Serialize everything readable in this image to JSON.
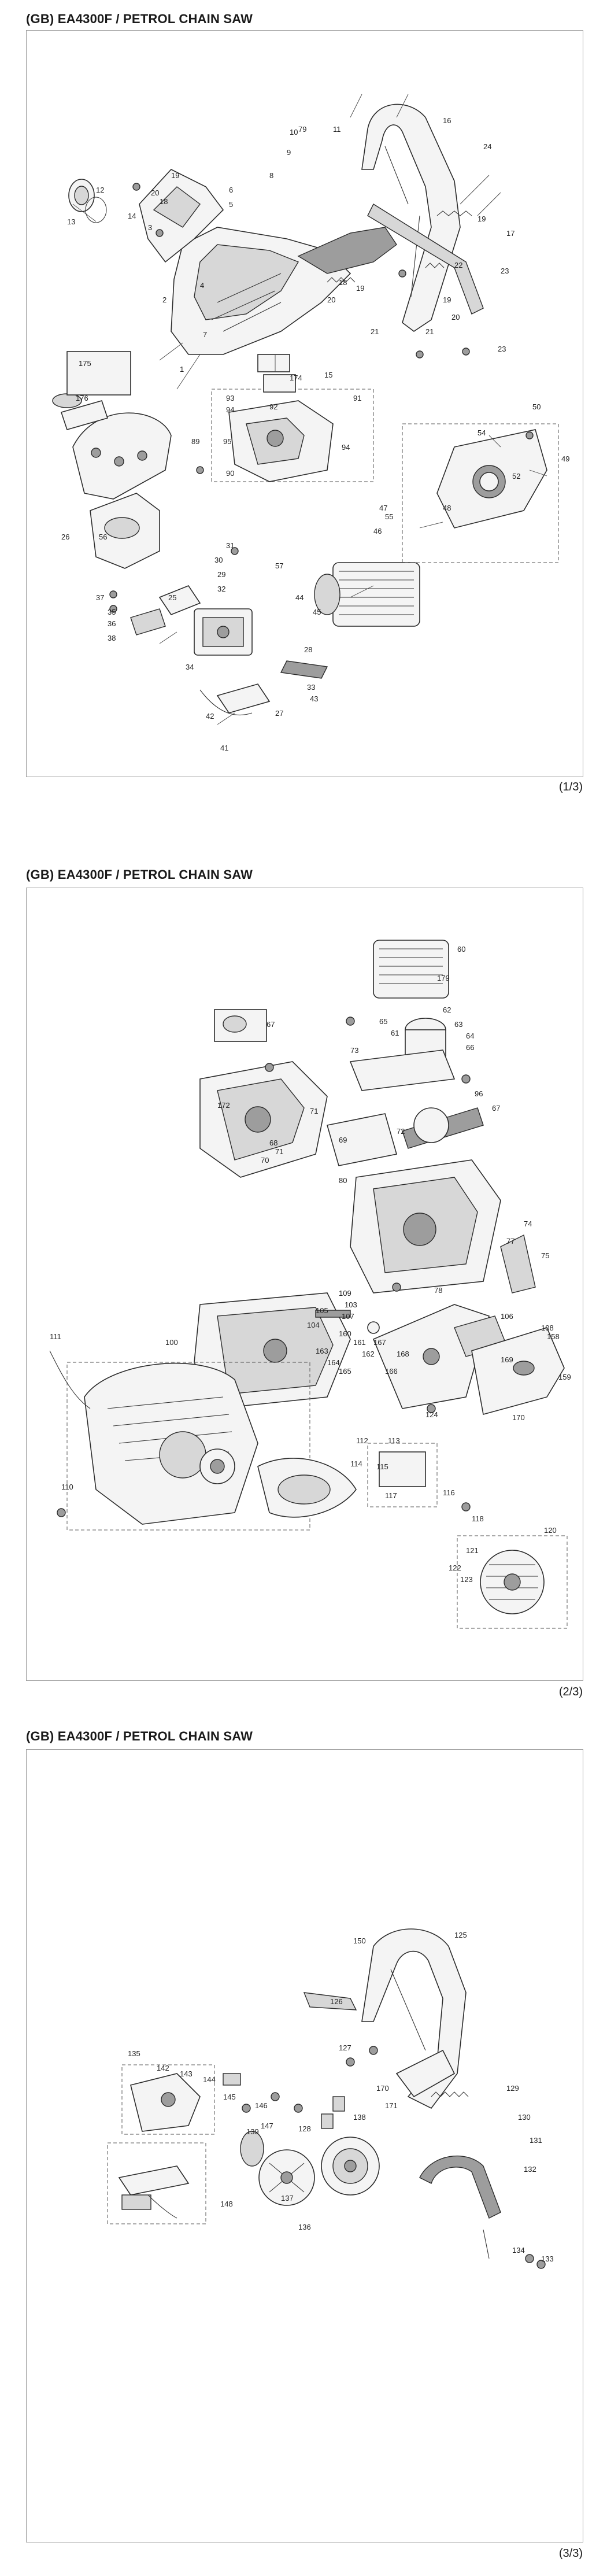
{
  "document": {
    "model": "EA4300F",
    "product": "PETROL CHAIN SAW"
  },
  "pages": [
    {
      "title": "(GB) EA4300F / PETROL CHAIN SAW",
      "page_label": "(1/3)",
      "callouts": [
        "1",
        "2",
        "3",
        "4",
        "5",
        "6",
        "7",
        "8",
        "9",
        "10",
        "11",
        "12",
        "13",
        "14",
        "15",
        "16",
        "17",
        "18",
        "18",
        "19",
        "19",
        "19",
        "19",
        "20",
        "20",
        "20",
        "21",
        "21",
        "22",
        "23",
        "23",
        "24",
        "25",
        "26",
        "27",
        "28",
        "29",
        "30",
        "31",
        "32",
        "33",
        "34",
        "35",
        "36",
        "37",
        "38",
        "41",
        "42",
        "43",
        "44",
        "45",
        "46",
        "47",
        "48",
        "49",
        "50",
        "52",
        "54",
        "55",
        "56",
        "57",
        "79",
        "89",
        "90",
        "91",
        "92",
        "93",
        "94",
        "94",
        "95",
        "174",
        "175",
        "176"
      ]
    },
    {
      "title": "(GB) EA4300F / PETROL CHAIN SAW",
      "page_label": "(2/3)",
      "callouts": [
        "60",
        "61",
        "62",
        "63",
        "64",
        "65",
        "66",
        "67",
        "67",
        "68",
        "69",
        "70",
        "71",
        "71",
        "72",
        "73",
        "74",
        "75",
        "77",
        "78",
        "80",
        "96",
        "100",
        "103",
        "104",
        "105",
        "106",
        "107",
        "108",
        "109",
        "110",
        "111",
        "112",
        "113",
        "114",
        "115",
        "116",
        "117",
        "118",
        "120",
        "121",
        "122",
        "123",
        "124",
        "158",
        "159",
        "160",
        "161",
        "162",
        "163",
        "164",
        "165",
        "166",
        "167",
        "168",
        "169",
        "170",
        "172",
        "179"
      ]
    },
    {
      "title": "(GB) EA4300F / PETROL CHAIN SAW",
      "page_label": "(3/3)",
      "callouts": [
        "125",
        "126",
        "127",
        "128",
        "129",
        "130",
        "131",
        "132",
        "133",
        "134",
        "135",
        "136",
        "137",
        "138",
        "139",
        "142",
        "143",
        "144",
        "145",
        "146",
        "147",
        "148",
        "150",
        "170",
        "171"
      ]
    }
  ]
}
